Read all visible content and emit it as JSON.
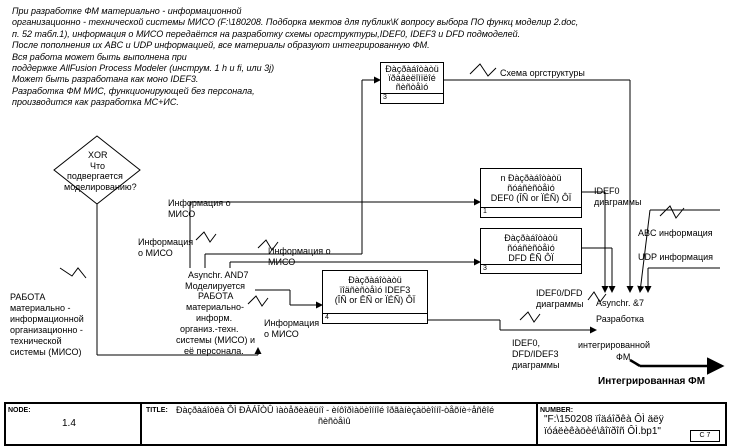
{
  "notes": [
    "При разработке ФМ материально - информационной",
    "организационно - технической системы МИСО (F:\\180208. Подборка мектов для публик\\К вопросу выбора ПО функц моделир 2.doc,",
    "п. 52 табл.1), информация о МИСО передаётся на разработку схемы оргструктуры,IDEF0, IDEF3 и DFD подмоделей.",
    "После пополнения их ABC и UDP информацией, все материалы образуют интегрированную ФМ.",
    "Вся работа может быть выполнена при",
    "поддержке AllFusion Process Modeler (инструм. 1 h и  fi, или 3j)",
    "Может быть разработана как моно IDEF3.",
    "Разработка ФМ МИС, функционирующей без персонала,",
    "производится как разработка МС+ИС."
  ],
  "xor": {
    "label": "XOR",
    "question": [
      "Что",
      "подвергается",
      "моделированию?"
    ]
  },
  "boxes": {
    "org": {
      "title": [
        "Ðàçðàáîòàòü",
        "ïðàâèëîìïëîé",
        "ñèñòåìó"
      ],
      "num": "3"
    },
    "idef0": {
      "title": [
        "n Ðàçðàáîòàòü",
        "ñóáñèñòåìó",
        "DEF0 (ÎÑ or ÏÉÑ) ÔÏ"
      ],
      "num": "1"
    },
    "dfd": {
      "title": [
        "Ðàçðàáîòàòü",
        "ñóáñèñòåìó",
        "DFD ÊÑ ÔÏ"
      ],
      "num": "3"
    },
    "idef3": {
      "title": [
        "Ðàçðàáîòàòü",
        "ïîäñèñòåìó IDEF3",
        "(ÎÑ or ÊÑ or ÏÉÑ) ÔÏ"
      ],
      "num": "4"
    }
  },
  "labels": {
    "org_schema": "Схема оргструктуры",
    "info_miso_1": [
      "Информация о",
      "МИСО"
    ],
    "info_miso_2": [
      "Информация",
      "о МИСО"
    ],
    "info_miso_3": "Информация о",
    "info_miso_3b": "МИСО",
    "info_miso_4": [
      "Информация",
      "о МИСО"
    ],
    "async_and": [
      "Asynchr. AND7",
      "Моделируется",
      "РАБОТА",
      "материально-",
      "информ.",
      "организ.-техн.",
      "системы (МИСО) и",
      "её персонала."
    ],
    "work_input": [
      "РАБОТА",
      "материально -",
      "информационной",
      "организационно -",
      "технической",
      "системы (МИСО)"
    ],
    "idef0_diag": [
      "IDEF0",
      "диаграммы"
    ],
    "abc_info": "ABC информация",
    "udp_info": "UDP информация",
    "idef0_dfd": [
      "IDEF0/DFD",
      "диаграммы"
    ],
    "async_dev": [
      "Asynchr.  &7",
      "Разработка",
      "интегрированной",
      "ФМ"
    ],
    "idef0_dfd_idef3": [
      "IDEF0,",
      "DFD/IDEF3",
      "диаграммы"
    ],
    "integrated": "Интегрированная ФМ"
  },
  "footer": {
    "node_label": "NODE:",
    "node_value": "1.4",
    "title_label": "TITLE:",
    "title_value": [
      "Ðàçðàáîòêà ÔÌ ÐÀÁÎÒÛ ìàòåðèàëüíî - èíôîðìàöèîííîé îðãàíèçàöèîííî-òåõíè÷åñêîé",
      "ñèñòåìû"
    ],
    "number_label": "NUMBER:",
    "number_value": [
      "\"F:\\150208 ïîäáîðêà ÔÌ äëÿ",
      "ïóáëèêàöèé\\âîïðîñ ÔÌ.bp1\""
    ],
    "page_mark": "C 7"
  }
}
